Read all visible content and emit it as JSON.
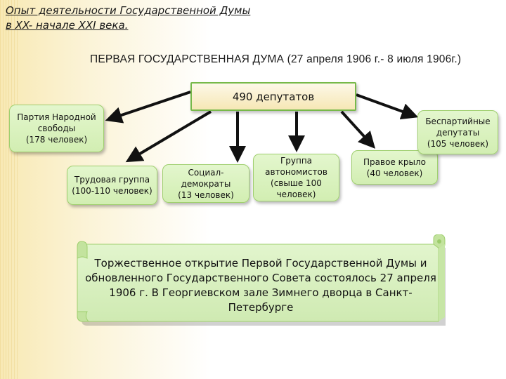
{
  "header": {
    "line1": "Опыт деятельности Государственной Думы",
    "line2": "в XX- начале XXI века."
  },
  "title": "ПЕРВАЯ ГОСУДАРСТВЕННАЯ ДУМА (27 апреля 1906 г.- 8 июля 1906г.)",
  "root": {
    "label": "490 депутатов"
  },
  "groups": {
    "kadets": {
      "lines": [
        "Партия Народной",
        "свободы",
        "(178 человек)"
      ]
    },
    "trudoviki": {
      "lines": [
        "Трудовая группа",
        "(100-110 человек)"
      ]
    },
    "social_democrats": {
      "lines": [
        "Социал-",
        "демократы",
        "(13 человек)"
      ]
    },
    "autonomists": {
      "lines": [
        "Группа",
        "автономистов",
        "(свыше 100",
        "человек)"
      ]
    },
    "right_wing": {
      "lines": [
        "Правое крыло",
        "(40 человек)"
      ]
    },
    "non_party": {
      "lines": [
        "Беспартийные",
        "депутаты",
        "(105 человек)"
      ]
    }
  },
  "note": {
    "text": "Торжественное открытие Первой Государственной Думы и обновленного Государственного Совета  состоялось 27 апреля 1906 г. В Георгиевском зале Зимнего дворца в Санкт-Петербурге"
  },
  "colors": {
    "box_fill": "#d6efb8",
    "box_border": "#9fcf6e",
    "root_fill": "#f6e7b5",
    "root_border": "#77b94a",
    "arrow": "#111111",
    "scroll_fill": "#d8f0bf"
  }
}
